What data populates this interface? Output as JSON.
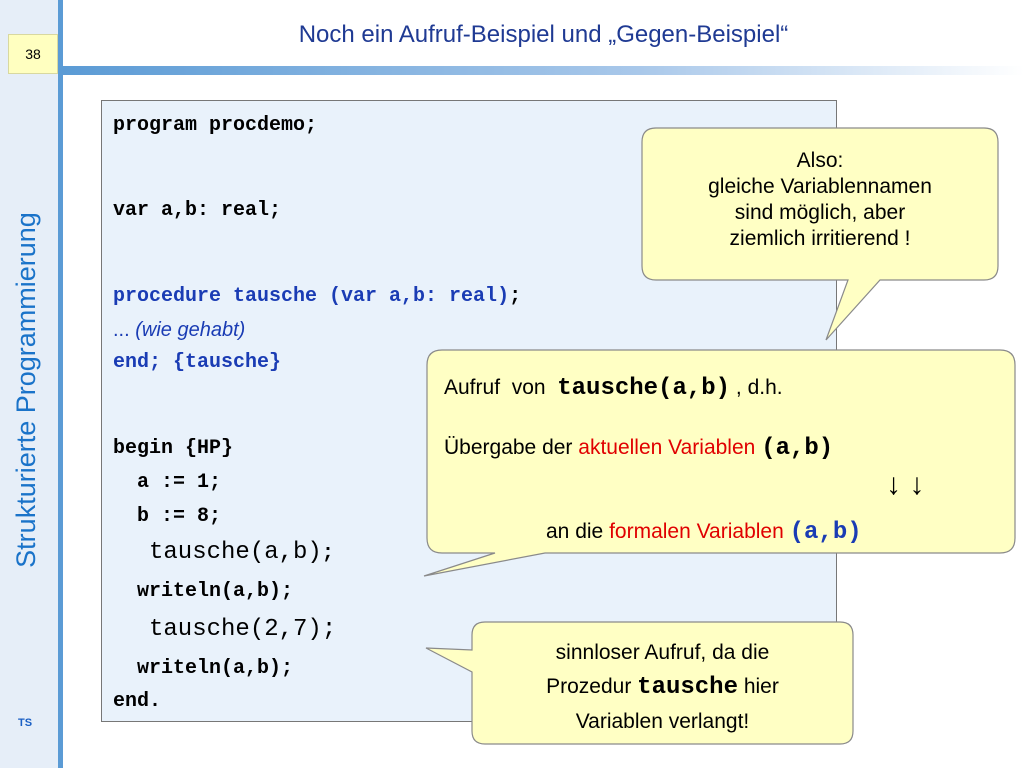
{
  "slide": {
    "number": "38",
    "title": "Noch ein Aufruf-Beispiel und „Gegen-Beispiel“",
    "vertical_title": "Strukturierte Programmierung",
    "footer": "TS"
  },
  "code": {
    "line1": "program procdemo;",
    "line2": "var a,b: real;",
    "line3_blue": "procedure tausche (var a,b: real)",
    "line3_semicolon": ";",
    "line4_dots": "... ",
    "line4_comment": "(wie gehabt)",
    "line5": "end; {tausche}",
    "line6": "begin {HP}",
    "line7": "  a := 1;",
    "line8": "  b := 8;",
    "line9_call": "tausche(a,b)",
    "line9_semicolon": ";",
    "line10": "  writeln(a,b);",
    "line11": "tausche(2,7);",
    "line12": "  writeln(a,b);",
    "line13": "end."
  },
  "callouts": {
    "also": {
      "line1": "Also:",
      "line2": "gleiche Variablennamen",
      "line3": "sind möglich, aber",
      "line4": "ziemlich irritierend !"
    },
    "aufruf": {
      "prefix": "Aufruf  von ",
      "call": "tausche(a,b)",
      "suffix": " , d.h.",
      "line2_prefix": "Übergabe der ",
      "line2_red": "aktuellen Variablen",
      "line2_args": "(a,b)",
      "arrows": "↓ ↓",
      "line3_prefix": "an die ",
      "line3_red": "formalen Variablen",
      "line3_args": "(a,b)"
    },
    "sinnlos": {
      "line1": "sinnloser Aufruf, da die",
      "line2_prefix": "Prozedur ",
      "line2_code": "tausche",
      "line2_suffix": " hier",
      "line3": "Variablen verlangt!"
    }
  }
}
